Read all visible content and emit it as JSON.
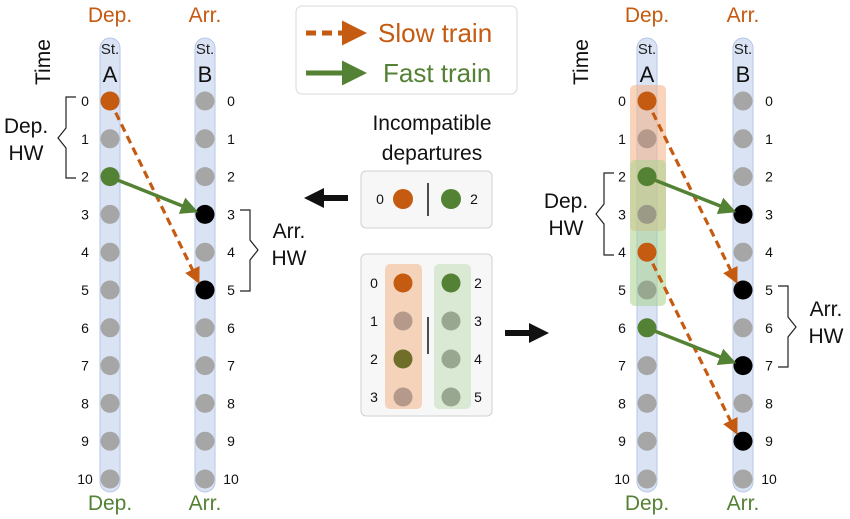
{
  "colors": {
    "dep": "#c55a11",
    "arr": "#548235",
    "slow": "#c55a11",
    "fast": "#548235",
    "slot_gray": "#a6a6a6",
    "arrival_black": "#000000",
    "olive": "#6f6f2a",
    "rail_fill": "#dae3f3",
    "rail_stroke": "#b4c7e7"
  },
  "left": {
    "time_label": "Time",
    "stations": [
      {
        "top_role": "Dep.",
        "st_label": "St.",
        "letter": "A",
        "bottom_role": "Dep."
      },
      {
        "top_role": "Arr.",
        "st_label": "St.",
        "letter": "B",
        "bottom_role": "Arr."
      }
    ],
    "slots_a": [
      "0",
      "1",
      "2",
      "3",
      "4",
      "5",
      "6",
      "7",
      "8",
      "9",
      "10"
    ],
    "slots_b": [
      "0",
      "1",
      "2",
      "3",
      "4",
      "5",
      "6",
      "7",
      "8",
      "9",
      "10"
    ],
    "dep_hw": [
      "Dep.",
      "HW"
    ],
    "arr_hw": [
      "Arr.",
      "HW"
    ]
  },
  "right": {
    "time_label": "Time",
    "stations": [
      {
        "top_role": "Dep.",
        "st_label": "St.",
        "letter": "A",
        "bottom_role": "Dep."
      },
      {
        "top_role": "Arr.",
        "st_label": "St.",
        "letter": "B",
        "bottom_role": "Arr."
      }
    ],
    "slots_a": [
      "0",
      "1",
      "2",
      "3",
      "4",
      "5",
      "6",
      "7",
      "8",
      "9",
      "10"
    ],
    "slots_b": [
      "0",
      "1",
      "2",
      "3",
      "4",
      "5",
      "6",
      "7",
      "8",
      "9",
      "10"
    ],
    "dep_hw": [
      "Dep.",
      "HW"
    ],
    "arr_hw": [
      "Arr.",
      "HW"
    ]
  },
  "legend": {
    "slow_label": "Slow train",
    "fast_label": "Fast train"
  },
  "incompatible": {
    "title_lines": [
      "Incompatible",
      "departures"
    ],
    "pair_left": "0",
    "pair_right": "2",
    "left_col": [
      "0",
      "1",
      "2",
      "3"
    ],
    "right_col": [
      "2",
      "3",
      "4",
      "5"
    ]
  }
}
